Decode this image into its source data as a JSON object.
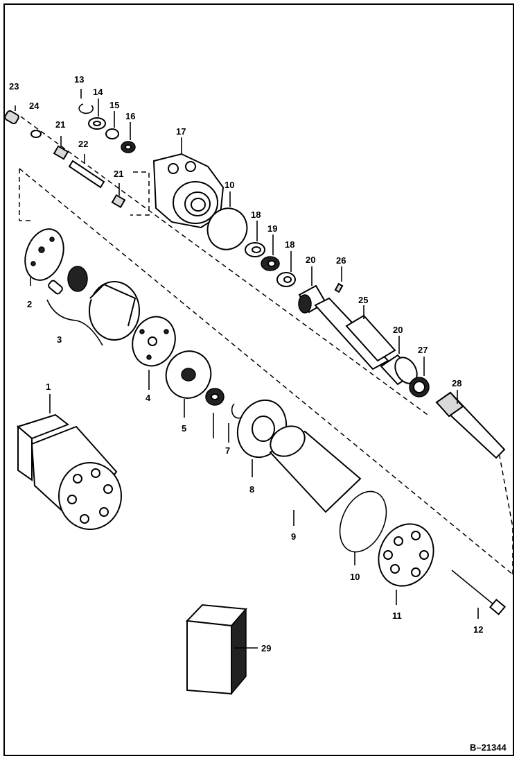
{
  "reference": "B–21344",
  "callouts": [
    {
      "id": "1",
      "text": "1"
    },
    {
      "id": "2",
      "text": "2"
    },
    {
      "id": "3",
      "text": "3"
    },
    {
      "id": "4",
      "text": "4"
    },
    {
      "id": "5",
      "text": "5"
    },
    {
      "id": "7",
      "text": "7"
    },
    {
      "id": "8",
      "text": "8"
    },
    {
      "id": "9",
      "text": "9"
    },
    {
      "id": "10a",
      "text": "10"
    },
    {
      "id": "10b",
      "text": "10"
    },
    {
      "id": "11",
      "text": "11"
    },
    {
      "id": "12",
      "text": "12"
    },
    {
      "id": "13",
      "text": "13"
    },
    {
      "id": "14",
      "text": "14"
    },
    {
      "id": "15",
      "text": "15"
    },
    {
      "id": "16",
      "text": "16"
    },
    {
      "id": "17",
      "text": "17"
    },
    {
      "id": "18a",
      "text": "18"
    },
    {
      "id": "18b",
      "text": "18"
    },
    {
      "id": "19",
      "text": "19"
    },
    {
      "id": "20a",
      "text": "20"
    },
    {
      "id": "20b",
      "text": "20"
    },
    {
      "id": "21a",
      "text": "21"
    },
    {
      "id": "21b",
      "text": "21"
    },
    {
      "id": "22",
      "text": "22"
    },
    {
      "id": "23",
      "text": "23"
    },
    {
      "id": "24",
      "text": "24"
    },
    {
      "id": "25",
      "text": "25"
    },
    {
      "id": "26",
      "text": "26"
    },
    {
      "id": "27",
      "text": "27"
    },
    {
      "id": "28",
      "text": "28"
    },
    {
      "id": "29",
      "text": "29"
    }
  ]
}
